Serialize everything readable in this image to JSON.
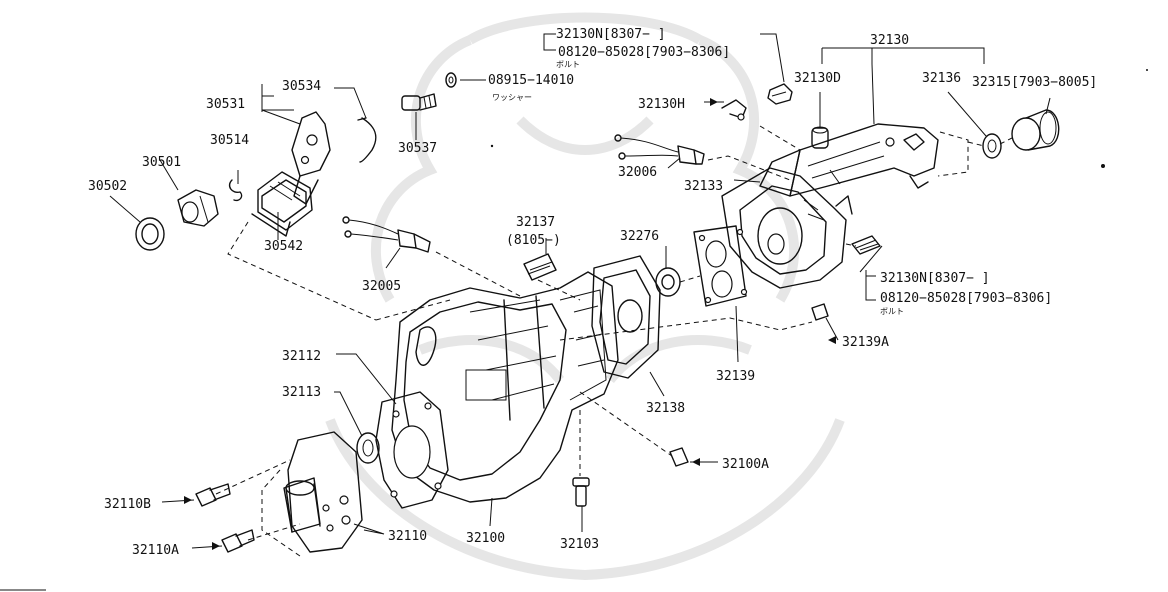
{
  "diagram": {
    "labels": [
      {
        "id": "30534",
        "text": "30534"
      },
      {
        "id": "30531",
        "text": "30531"
      },
      {
        "id": "30514",
        "text": "30514"
      },
      {
        "id": "30501",
        "text": "30501"
      },
      {
        "id": "30502",
        "text": "30502"
      },
      {
        "id": "30542",
        "text": "30542"
      },
      {
        "id": "08915-14010",
        "text": "08915−14010"
      },
      {
        "id": "30537",
        "text": "30537"
      },
      {
        "id": "32130N-top",
        "text": "32130N[8307−        ]"
      },
      {
        "id": "08120-top",
        "text": "08120−85028[7903−8306]"
      },
      {
        "id": "32130",
        "text": "32130"
      },
      {
        "id": "32130D",
        "text": "32130D"
      },
      {
        "id": "32136",
        "text": "32136"
      },
      {
        "id": "32315",
        "text": "32315[7903−8005]"
      },
      {
        "id": "32130H",
        "text": "32130H"
      },
      {
        "id": "32006",
        "text": "32006"
      },
      {
        "id": "32133",
        "text": "32133"
      },
      {
        "id": "32137",
        "text": "32137"
      },
      {
        "id": "8105",
        "text": "(8105−)"
      },
      {
        "id": "32276",
        "text": "32276"
      },
      {
        "id": "32005",
        "text": "32005"
      },
      {
        "id": "32130N-right",
        "text": "32130N[8307−        ]"
      },
      {
        "id": "08120-right",
        "text": "08120−85028[7903−8306]"
      },
      {
        "id": "32139A",
        "text": "32139A"
      },
      {
        "id": "32139",
        "text": "32139"
      },
      {
        "id": "32138",
        "text": "32138"
      },
      {
        "id": "32112",
        "text": "32112"
      },
      {
        "id": "32113",
        "text": "32113"
      },
      {
        "id": "32100A",
        "text": "32100A"
      },
      {
        "id": "32110B",
        "text": "32110B"
      },
      {
        "id": "32110",
        "text": "32110"
      },
      {
        "id": "32100",
        "text": "32100"
      },
      {
        "id": "32103",
        "text": "32103"
      },
      {
        "id": "32110A",
        "text": "32110A"
      }
    ],
    "kana": {
      "washer": "ワッシャー",
      "bolt_top": "ボルト",
      "bolt_right": "ボルト"
    }
  }
}
